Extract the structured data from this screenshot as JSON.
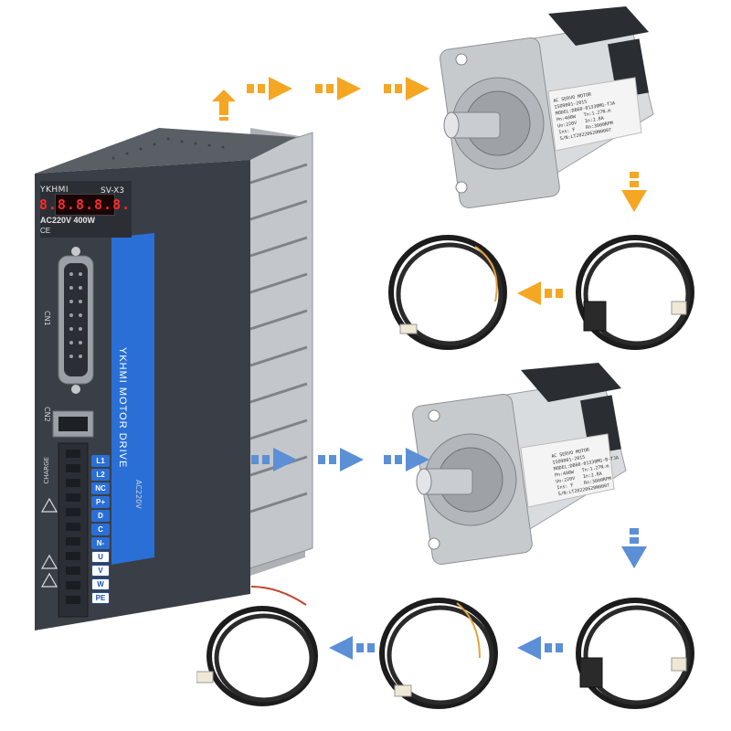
{
  "drive": {
    "brand": "YKHMI",
    "model": "SV-X3",
    "display": "8.8.8.8.8.",
    "rating": "AC220V 400W",
    "ce": "CE",
    "stripe_text": "YKHMI MOTOR DRIVE",
    "cn1": "CN1",
    "cn2": "CN2",
    "charge": "CHARGE",
    "ac_label": "AC220V",
    "terminals": [
      {
        "label": "L1",
        "style": "blue"
      },
      {
        "label": "L2",
        "style": "blue"
      },
      {
        "label": "NC",
        "style": "blue"
      },
      {
        "label": "P+",
        "style": "blue"
      },
      {
        "label": "D",
        "style": "blue"
      },
      {
        "label": "C",
        "style": "blue"
      },
      {
        "label": "N-",
        "style": "blue"
      },
      {
        "label": "U",
        "style": "white"
      },
      {
        "label": "V",
        "style": "white"
      },
      {
        "label": "W",
        "style": "white"
      },
      {
        "label": "PE",
        "style": "white"
      }
    ]
  },
  "motor1": {
    "label_lines": "AC SERVO MOTOR\nISO9001-2015\nMODEL:DB60-01330MG-TJA\nPn:400W   Tn:1.27N.m\nUn:220V   In:2.8A\nIns: F    Rn:3000RPM\nS/N:LT20220620N0007"
  },
  "motor2": {
    "label_lines": "AC SERVO MOTOR\nISO9001-2015\nMODEL:DB60-01330MG-B-TJA\nPn:400W   Tn:1.27N.m\nUn:220V   In:2.8A\nIns: F    Rn:3000RPM\nS/N:LT20220620N0007"
  },
  "colors": {
    "orange_arrow": "#f5a623",
    "blue_arrow": "#5b8fd6",
    "drive_body": "#3a3f47",
    "drive_stripe": "#2a6fd6",
    "heatsink": "#b9bcc0"
  }
}
